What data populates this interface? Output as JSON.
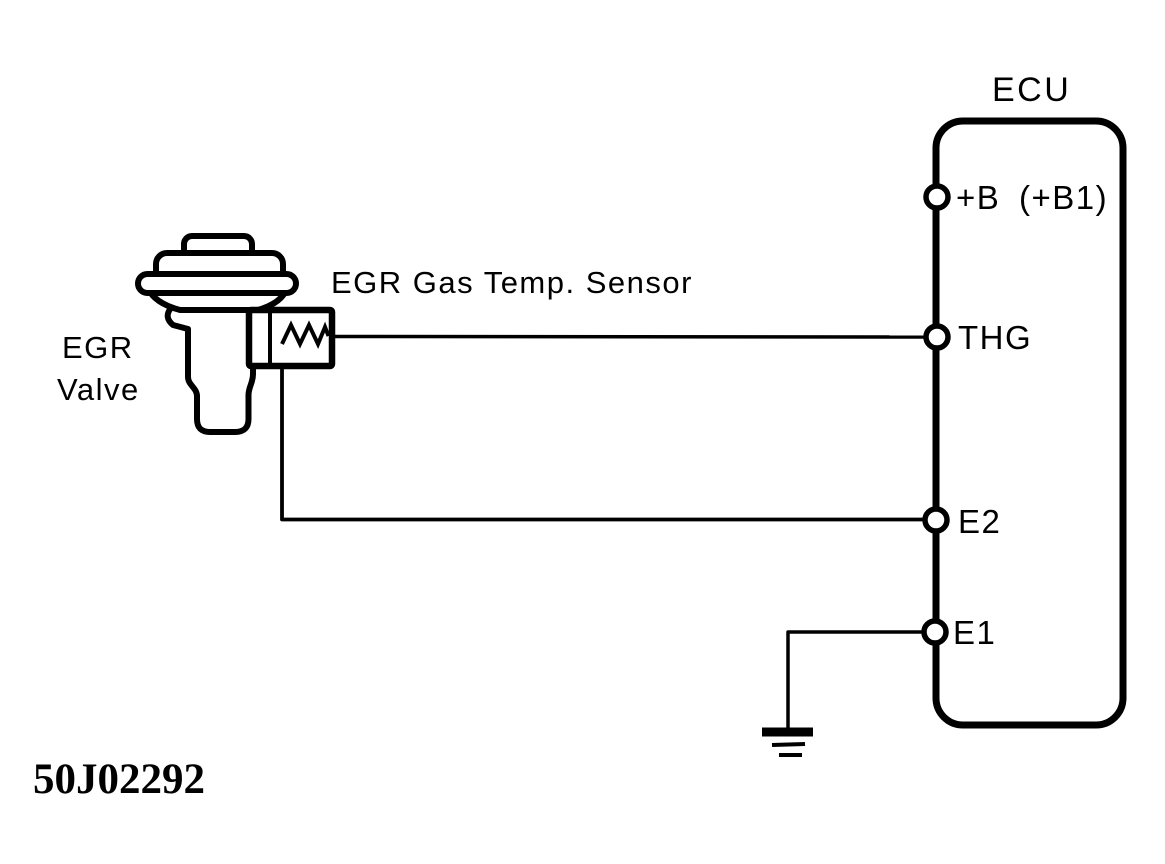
{
  "figure": {
    "code": "50J02292"
  },
  "ecu": {
    "title": "ECU",
    "terminals": [
      {
        "label": "+B",
        "alt_label": "(+B1)"
      },
      {
        "label": "THG"
      },
      {
        "label": "E2"
      },
      {
        "label": "E1"
      }
    ]
  },
  "egr_valve": {
    "label_line1": "EGR",
    "label_line2": "Valve"
  },
  "egr_gas_temp_sensor": {
    "label": "EGR Gas Temp. Sensor"
  },
  "ground": {
    "symbol": "earth-ground"
  },
  "colors": {
    "ink": "#000000",
    "background": "#ffffff"
  }
}
